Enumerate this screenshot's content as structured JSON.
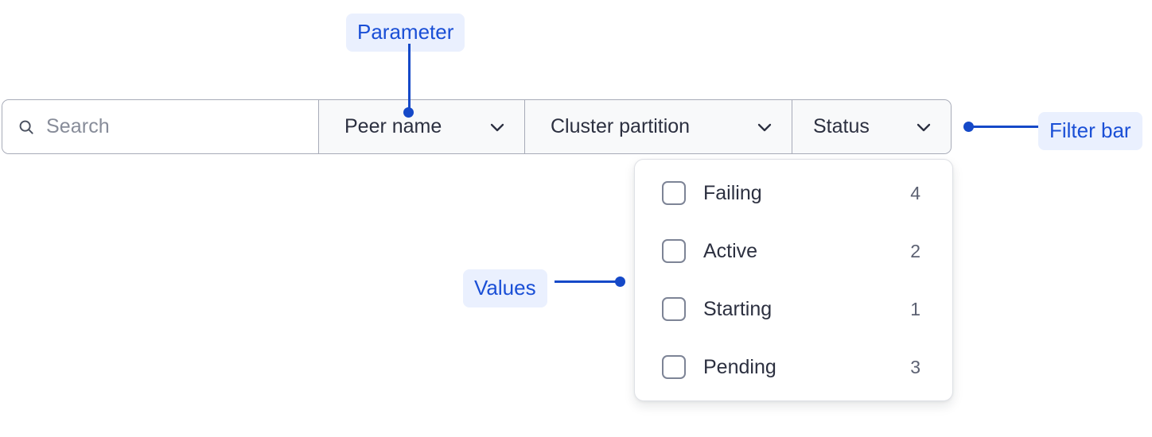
{
  "filter_bar": {
    "search": {
      "icon": "search-icon",
      "placeholder": "Search",
      "value": ""
    },
    "segments": [
      {
        "label": "Peer name",
        "icon": "chevron-down-icon"
      },
      {
        "label": "Cluster partition",
        "icon": "chevron-down-icon"
      },
      {
        "label": "Status",
        "icon": "chevron-down-icon"
      }
    ]
  },
  "dropdown": {
    "options": [
      {
        "label": "Failing",
        "count": "4",
        "checked": false
      },
      {
        "label": "Active",
        "count": "2",
        "checked": false
      },
      {
        "label": "Starting",
        "count": "1",
        "checked": false
      },
      {
        "label": "Pending",
        "count": "3",
        "checked": false
      }
    ]
  },
  "annotations": [
    {
      "label": "Parameter"
    },
    {
      "label": "Filter bar"
    },
    {
      "label": "Values"
    }
  ],
  "colors": {
    "annotation_text": "#1a4fd6",
    "annotation_background": "#eaf0fe",
    "leader_line": "#1549c8",
    "bar_border": "#a7abb8",
    "segment_fill": "#f8f9fa",
    "text_primary": "#2c3040",
    "placeholder": "#878c99",
    "count_text": "#5c6172"
  }
}
